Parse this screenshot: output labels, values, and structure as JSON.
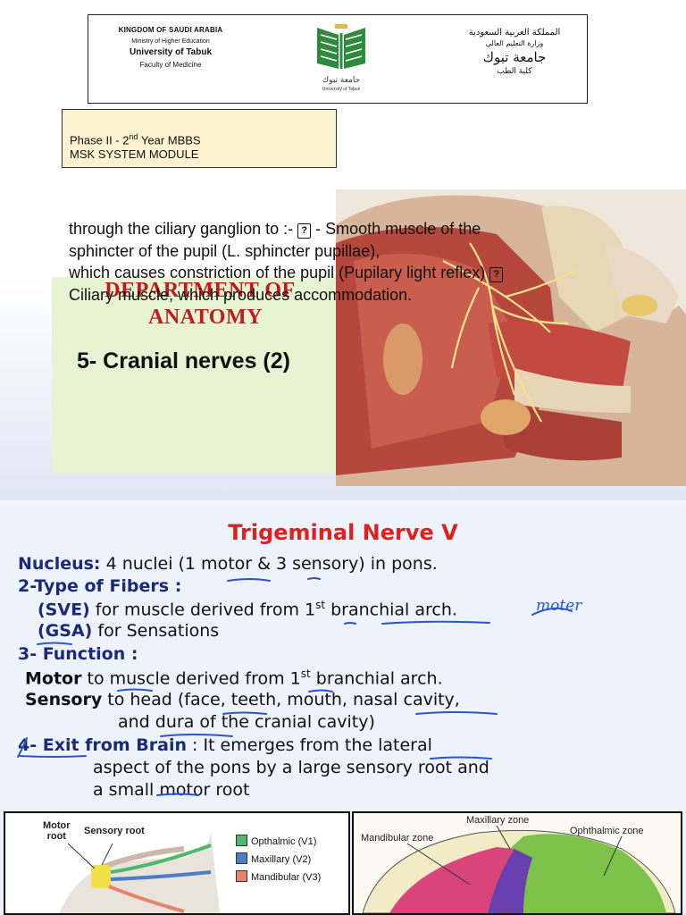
{
  "header": {
    "left": {
      "line1": "KINGDOM OF SAUDI ARABIA",
      "line2": "Ministry of Higher Education",
      "line3": "University of Tabuk",
      "line4": "Faculty of Medicine"
    },
    "logo_caption_ar": "جامعة تبوك",
    "logo_caption_en": "University of Tabuk",
    "right": {
      "line1": "المملكة العربية السعودية",
      "line2": "وزارة التعليم العالي",
      "line3": "جامعة تبوك",
      "line4": "كلية الطب"
    }
  },
  "phase_box": {
    "line1_prefix": "Phase II - 2",
    "line1_sup": "nd",
    "line1_suffix": " Year MBBS",
    "line2": "MSK SYSTEM MODULE"
  },
  "department": {
    "line1": "DEPARTMENT OF",
    "line2": "ANATOMY"
  },
  "cranial_title": "5- Cranial nerves (2)",
  "overlay": {
    "line1_a": "through the ciliary ganglion to :- ",
    "qmark": "?",
    "line1_b": " - Smooth muscle of the",
    "line2": "sphincter of the pupil (L. sphincter pupillae),",
    "line3_a": "which causes constriction of the pupil (Pupilary light reflex) ",
    "line4": "Ciliary muscle, which produces accommodation."
  },
  "slide2": {
    "title": "Trigeminal Nerve V",
    "nucleus_label": "Nucleus:",
    "nucleus_text": " 4 nuclei (1 motor & 3 sensory) in pons.",
    "fibers_heading": "2-Type of Fibers :",
    "sve_label": "(SVE)",
    "sve_text_a": " for muscle derived from 1",
    "sve_sup": "st",
    "sve_text_b": " branchial arch.",
    "gsa_label": "(GSA)",
    "gsa_text": " for Sensations",
    "function_heading": "3- Function :",
    "motor_label": "Motor",
    "motor_text_a": " to muscle derived from 1",
    "motor_sup": "st",
    "motor_text_b": " branchial arch.",
    "sensory_label": "Sensory",
    "sensory_text": " to head (face, teeth, mouth, nasal cavity,",
    "sensory_text2": "and dura of the cranial cavity)",
    "exit_label": "4- Exit from Brain",
    "exit_text": " : It emerges from the lateral",
    "exit_text2": "aspect of the pons by a large sensory root and",
    "exit_text3": "a small motor root",
    "handwritten_note": "moter"
  },
  "figure1": {
    "motor_root_line1": "Motor",
    "motor_root_line2": "root",
    "sensory_root": "Sensory root",
    "legend": [
      {
        "label": "Opthalmic (V1)",
        "color": "#4fb86a"
      },
      {
        "label": "Maxillary (V2)",
        "color": "#4a7fc4"
      },
      {
        "label": "Mandibular (V3)",
        "color": "#e8826a"
      }
    ]
  },
  "figure2": {
    "maxillary_zone": "Maxillary zone",
    "mandibular_zone": "Mandibular zone",
    "ophthalmic_zone": "Ophthalmic zone"
  },
  "colors": {
    "title_red": "#e02020",
    "heading_navy": "#1a2a7a",
    "ink_blue": "#2b55c8"
  }
}
